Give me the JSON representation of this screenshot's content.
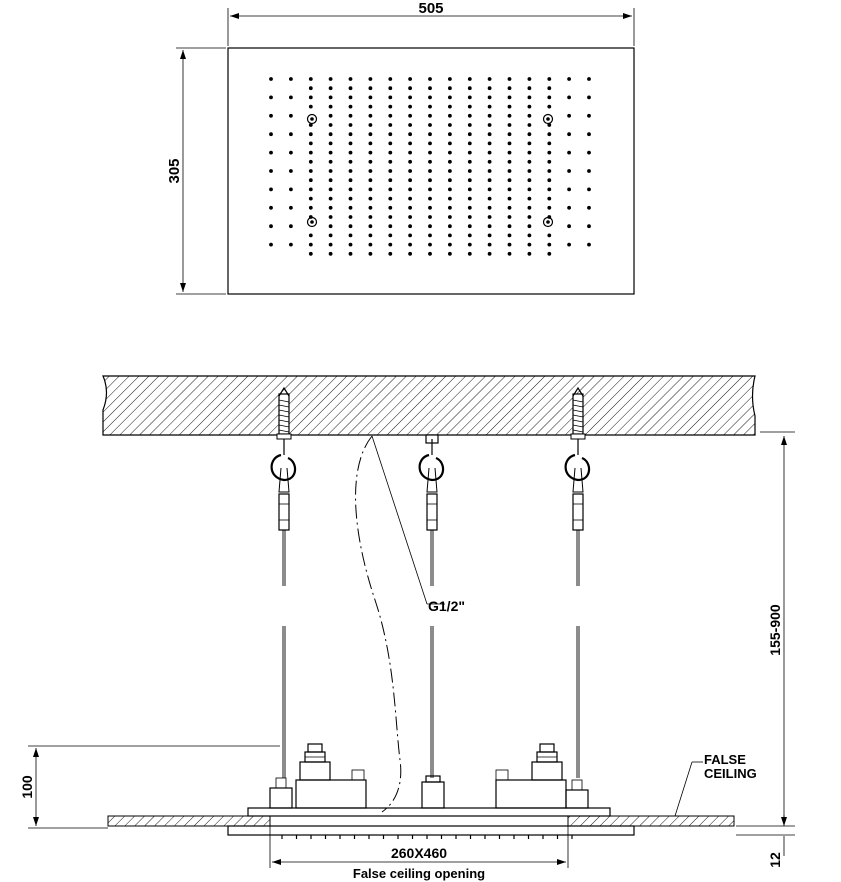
{
  "top_view": {
    "width_dim": "505",
    "height_dim": "305"
  },
  "side_view": {
    "inlet_label": "G1/2\"",
    "drop_dim": "155-900",
    "left_dim": "100",
    "bottom_dim": "12",
    "false_ceiling_line1": "FALSE",
    "false_ceiling_line2": "CEILING",
    "opening_dim": "260X460",
    "opening_caption": "False  ceiling  opening"
  }
}
